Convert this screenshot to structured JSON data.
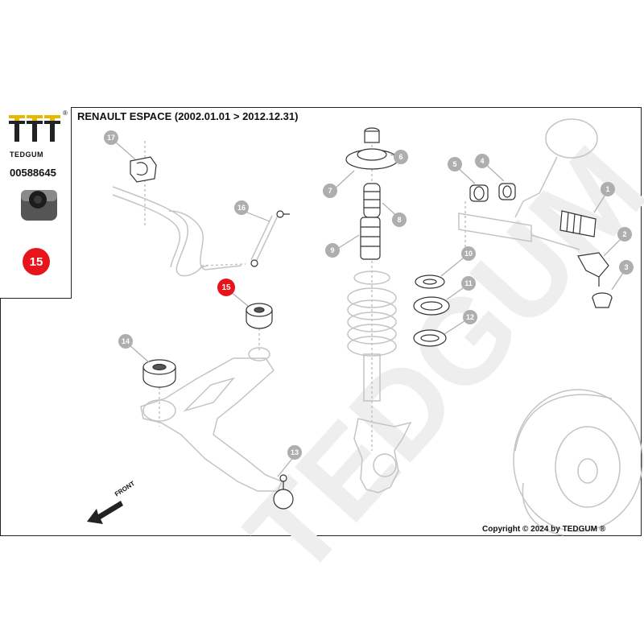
{
  "header": {
    "title": "RENAULT ESPACE  (2002.01.01 > 2012.12.31)",
    "brand": "TEDGUM",
    "registered": "®",
    "part_number": "00588645",
    "highlight_badge": "15"
  },
  "diagram": {
    "highlighted_label": "15",
    "callouts": [
      "1",
      "2",
      "3",
      "4",
      "5",
      "6",
      "7",
      "8",
      "9",
      "10",
      "11",
      "12",
      "13",
      "14",
      "16",
      "17"
    ],
    "front_label": "FRONT",
    "watermark": "TEDGUM"
  },
  "footer": {
    "copyright": "Copyright © 2024 by TEDGUM ®"
  },
  "colors": {
    "accent_red": "#e8141c",
    "callout_grey": "#aeaeae",
    "line_grey": "#c4c4c4"
  }
}
